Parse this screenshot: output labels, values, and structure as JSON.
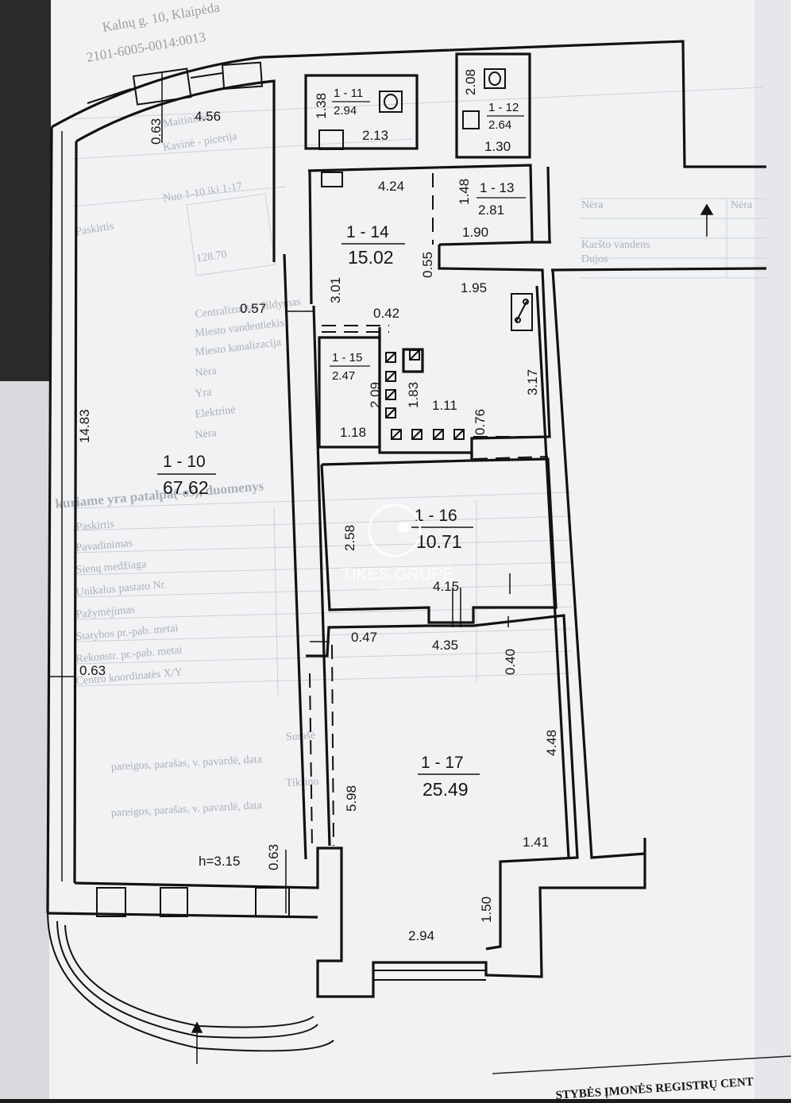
{
  "header_text": "Kalnų g. 10, Klaipėda",
  "header_code": "2101-6005-0014:0013",
  "footer_text": "STYBĖS ĮMONĖS REGISTRŲ CENT",
  "watermark": {
    "brand": "TIKĖS GRUPĖ",
    "sub": "·since 2007·"
  },
  "height_note": "h=3.15",
  "rooms": [
    {
      "id": "1 - 10",
      "area": "67.62"
    },
    {
      "id": "1 - 11",
      "area": "2.94"
    },
    {
      "id": "1 - 12",
      "area": "2.64"
    },
    {
      "id": "1 - 13",
      "area": "2.81"
    },
    {
      "id": "1 - 14",
      "area": "15.02"
    },
    {
      "id": "1 - 15",
      "area": "2.47"
    },
    {
      "id": "1 - 16",
      "area": "10.71"
    },
    {
      "id": "1 - 17",
      "area": "25.49"
    }
  ],
  "dimensions": {
    "d_456": "4.56",
    "d_063_top": "0.63",
    "d_138": "1.38",
    "d_213": "2.13",
    "d_208": "2.08",
    "d_130": "1.30",
    "d_424": "4.24",
    "d_148": "1.48",
    "d_190": "1.90",
    "d_055": "0.55",
    "d_195": "1.95",
    "d_301": "3.01",
    "d_057": "0.57",
    "d_042": "0.42",
    "d_209": "2.09",
    "d_183": "1.83",
    "d_111": "1.11",
    "d_118": "1.18",
    "d_076": "0.76",
    "d_317": "3.17",
    "d_1483": "14.83",
    "d_258": "2.58",
    "d_415": "4.15",
    "d_047": "0.47",
    "d_435": "4.35",
    "d_040": "0.40",
    "d_063_left": "0.63",
    "d_448": "4.48",
    "d_598": "5.98",
    "d_063_bottom": "0.63",
    "d_141": "1.41",
    "d_150": "1.50",
    "d_294": "2.94"
  },
  "background_table": {
    "labels": [
      "Paskirtis",
      "Pavadinimas",
      "Sienų medžiaga",
      "Unikalus pastato Nr.",
      "Pažymėjimas",
      "Statybos pr.-pab. metai",
      "Rekonstr. pr.-pab. metai",
      "Centro koordinatės X/Y"
    ],
    "values": [
      "Maitinimo",
      "Kavinė - picerija",
      "Nuo 1-10 iki 1-17",
      "Centralizuotas šildymas",
      "Miesto vandentiekis",
      "Miesto kanalizacija",
      "Nėra",
      "Yra",
      "Elektrinė",
      "Nėra",
      "128.70"
    ],
    "heading": "kuriame yra patalpa(-os), duomenys",
    "right_labels": [
      "Nėra",
      "Nėra",
      "Dujos",
      "Karšto vandens"
    ],
    "sign_labels": [
      "Surašė",
      "Tikrino",
      "pareigos, parašas, v. pavardė, data"
    ]
  }
}
